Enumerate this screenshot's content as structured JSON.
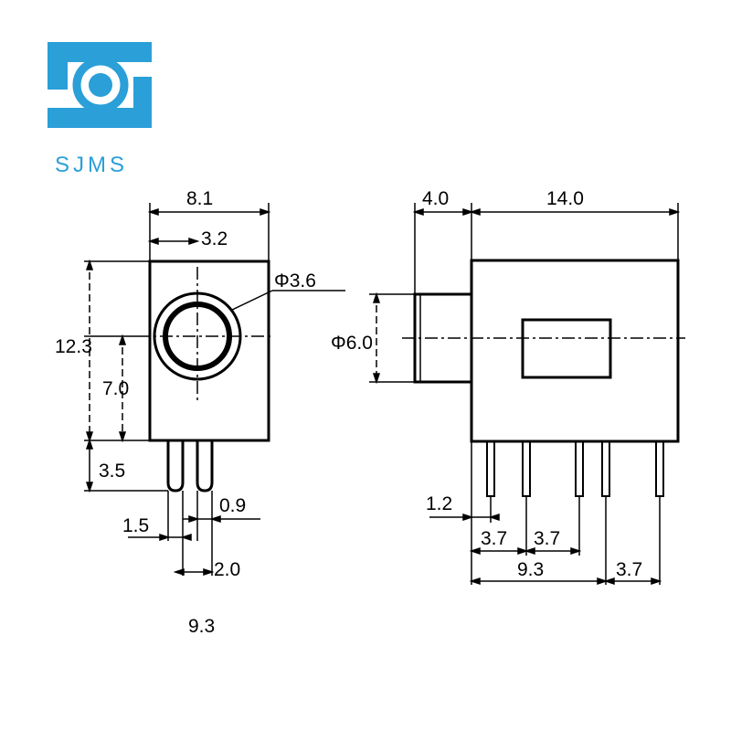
{
  "logo": {
    "text": "SJMS",
    "color": "#2a9fd8"
  },
  "front_view": {
    "width": "8.1",
    "center_offset": "3.2",
    "bore_diameter": "Φ3.6",
    "height": "12.3",
    "center_height": "7.0",
    "pin_length": "3.5",
    "pin_offset": "1.5",
    "pin_width": "0.9",
    "pin_pitch": "2.0",
    "bottom_label": "9.3"
  },
  "side_view": {
    "nose_length": "4.0",
    "body_length": "14.0",
    "nose_diameter": "Φ6.0",
    "pin_offset": "1.2",
    "pitch_a": "3.7",
    "pitch_b": "3.7",
    "span": "9.3",
    "pitch_c": "3.7"
  },
  "colors": {
    "line": "#000000",
    "accent": "#2a9fd8"
  }
}
